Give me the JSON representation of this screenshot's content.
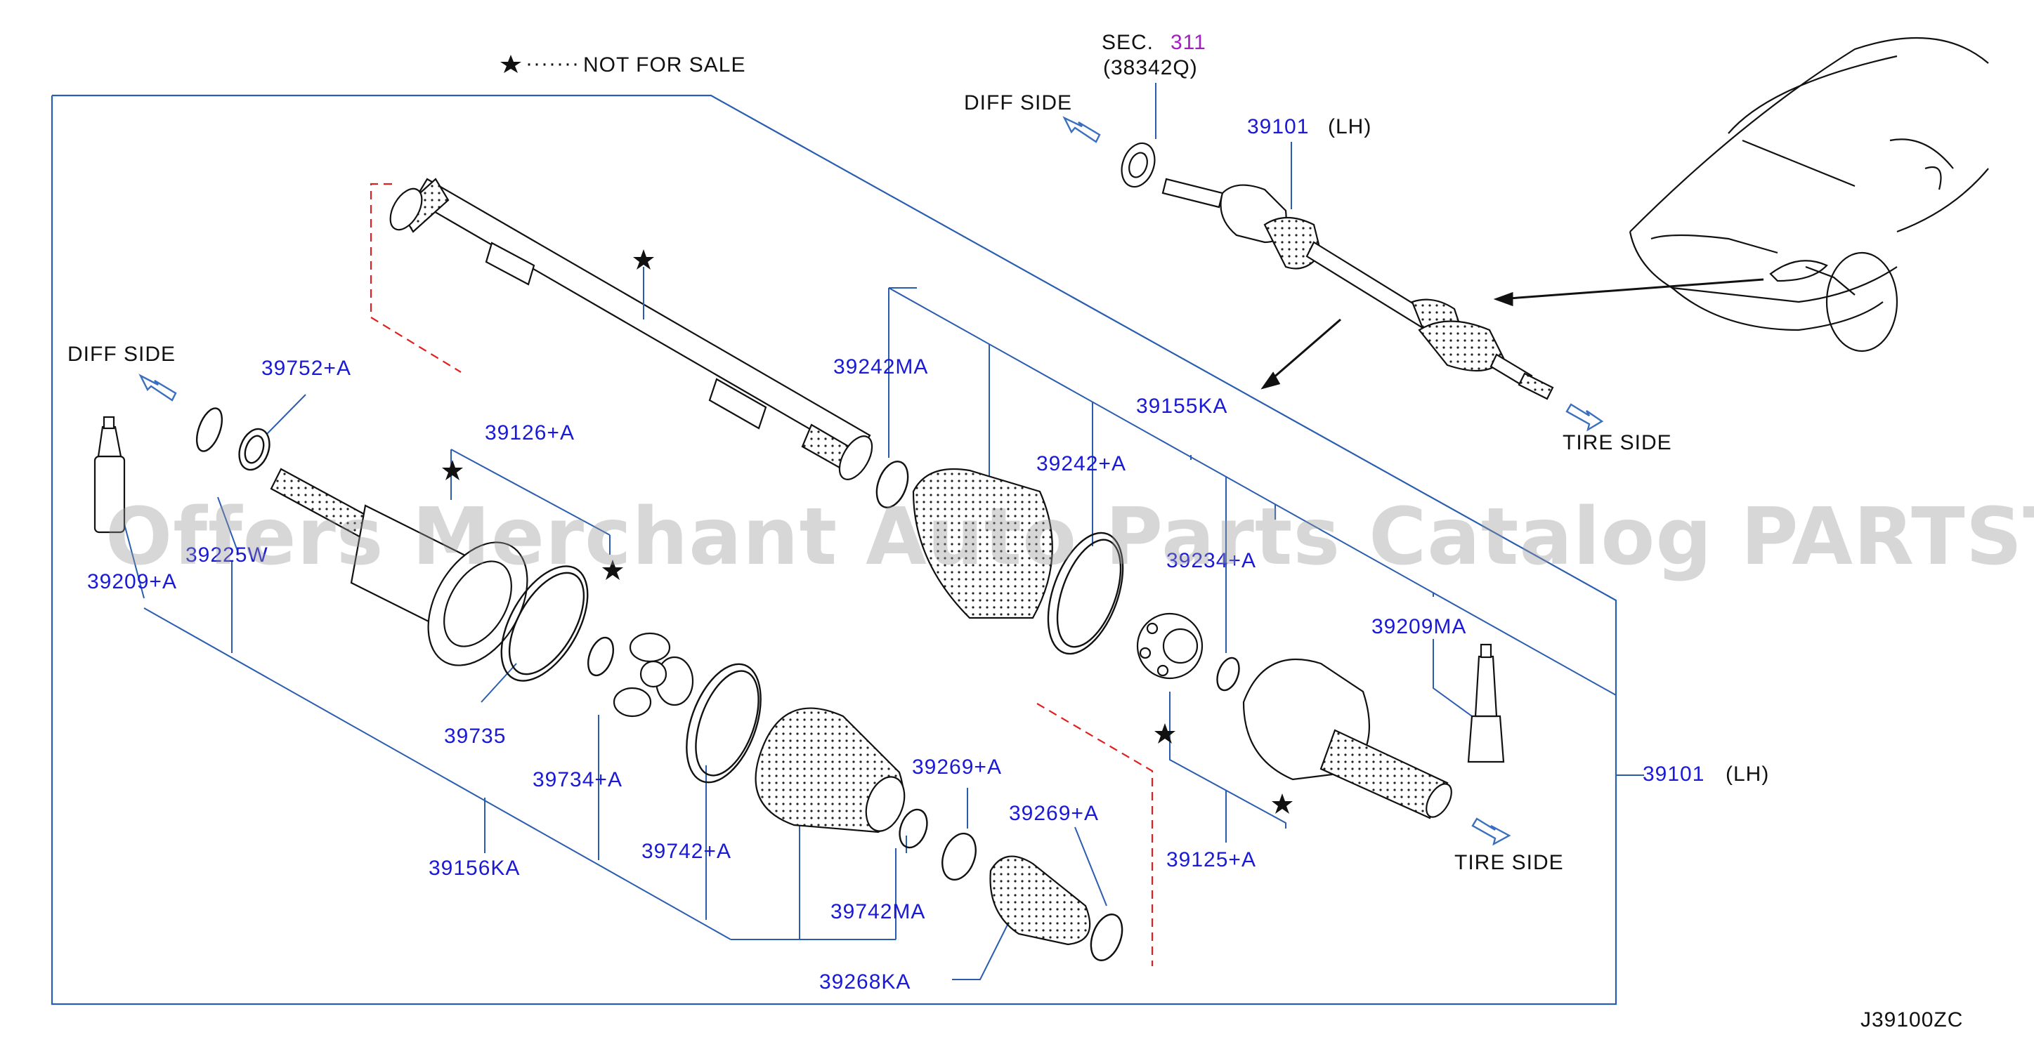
{
  "legend": {
    "star": "★",
    "dots": "·······",
    "text": "NOT FOR SALE"
  },
  "diagram_code": "J39100ZC",
  "watermark": "Offers Merchant Auto Parts Catalog PARTSTORE.SA",
  "overview": {
    "sec_prefix": "SEC.",
    "sec_number": "311",
    "sec_sub": "(38342Q)",
    "diff_side": "DIFF SIDE",
    "tire_side": "TIRE SIDE",
    "shaft_part": "39101",
    "shaft_side": "(LH)"
  },
  "exploded": {
    "diff_side": "DIFF SIDE",
    "tire_side": "TIRE SIDE",
    "assembly_part": "39101",
    "assembly_side": "(LH)"
  },
  "parts": {
    "p39752A": "39752+A",
    "p39126A": "39126+A",
    "p39225W": "39225W",
    "p39209A": "39209+A",
    "p39735": "39735",
    "p39734A": "39734+A",
    "p39156KA": "39156KA",
    "p39742A": "39742+A",
    "p39742MA": "39742MA",
    "p39269A_1": "39269+A",
    "p39269A_2": "39269+A",
    "p39268KA": "39268KA",
    "p39242MA": "39242MA",
    "p39242A": "39242+A",
    "p39155KA": "39155KA",
    "p39234A": "39234+A",
    "p39209MA": "39209MA",
    "p39125A": "39125+A"
  },
  "colors": {
    "part_label": "#1a1ad6",
    "leader_line": "#2a5db0",
    "sec_number": "#a020c0",
    "dashed_marker": "#e02020",
    "drawing": "#111111",
    "direction_arrow": "#3a6fc0"
  }
}
